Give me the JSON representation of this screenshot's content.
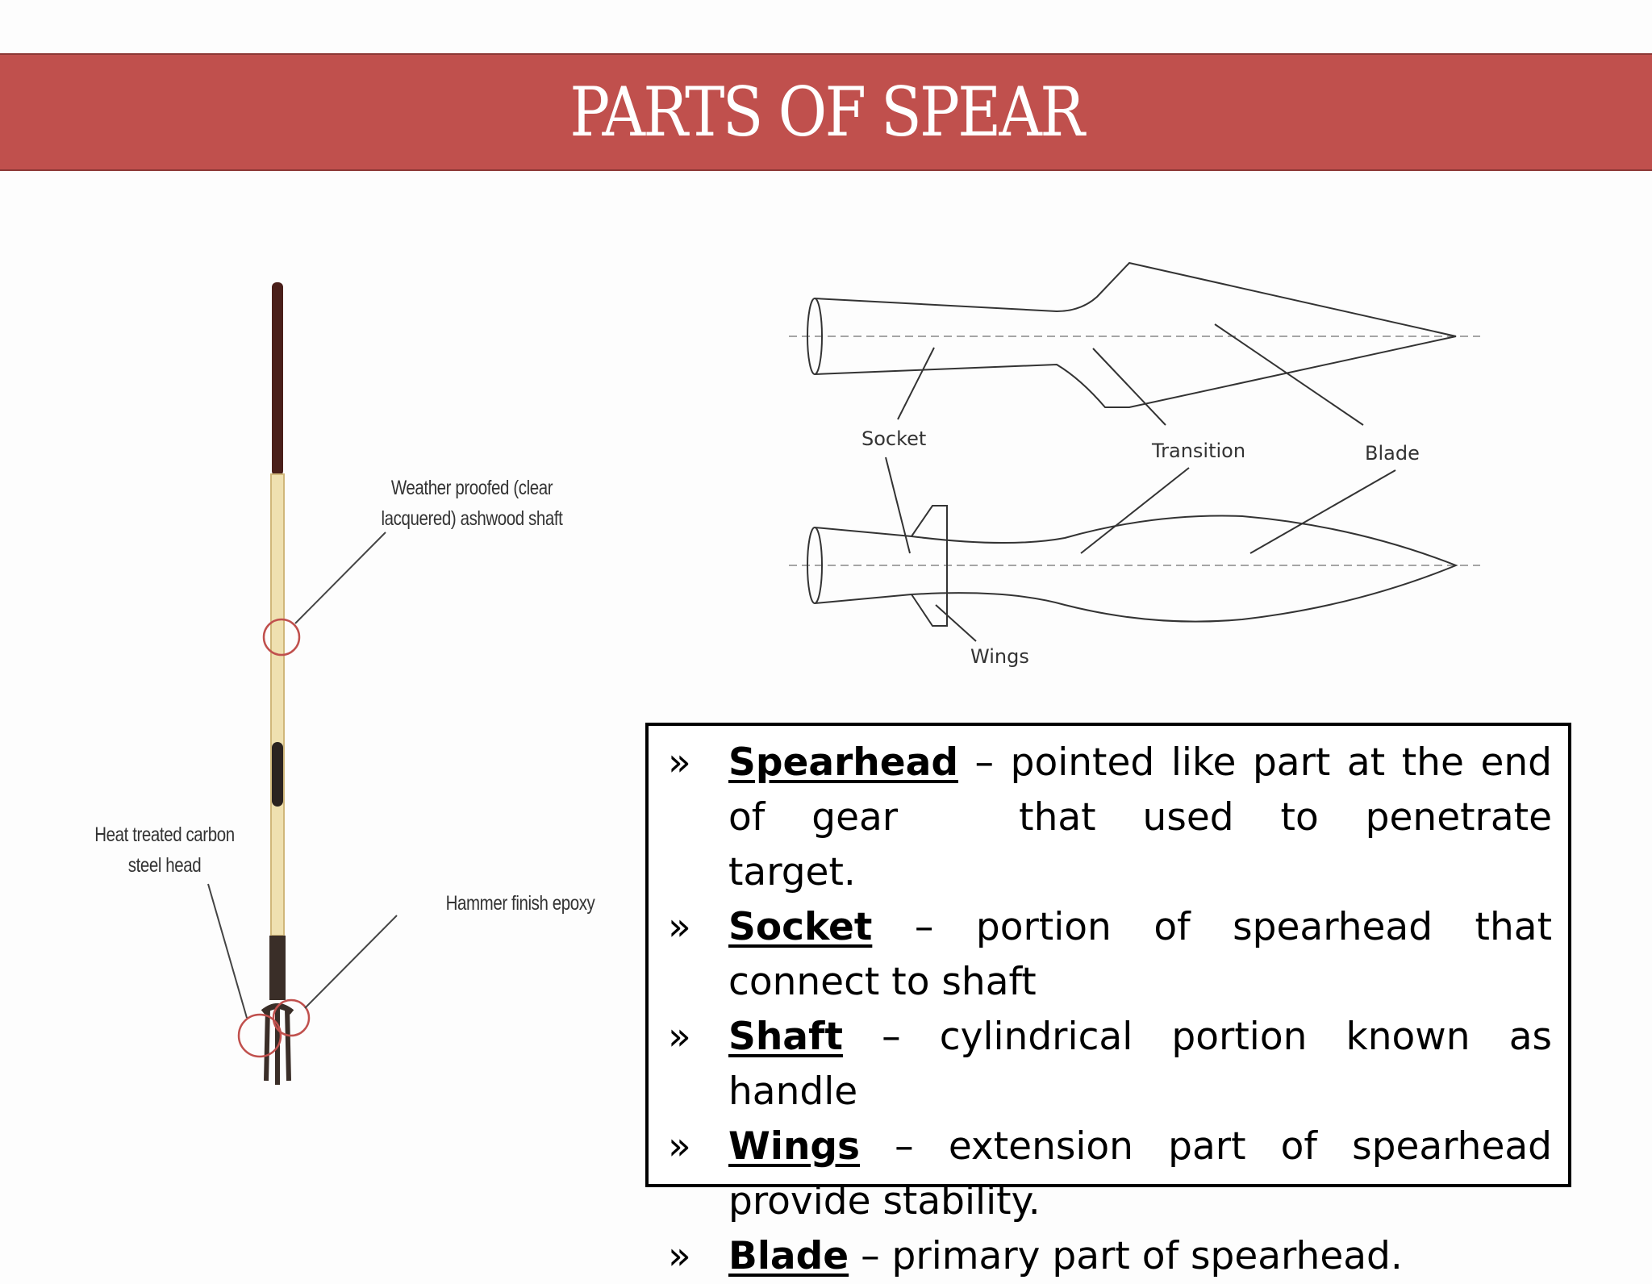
{
  "slide": {
    "title": "PARTS OF SPEAR"
  },
  "spearhead_diagram": {
    "labels": {
      "socket": "Socket",
      "transition": "Transition",
      "blade": "Blade",
      "wings": "Wings"
    }
  },
  "fork_illustration": {
    "labels": {
      "shaft_line1": "Weather proofed (clear",
      "shaft_line2": "lacquered) ashwood shaft",
      "head_line1": "Heat treated carbon",
      "head_line2": "steel head",
      "epoxy": "Hammer finish epoxy"
    }
  },
  "definitions": {
    "bullet": "»",
    "items": [
      {
        "term": "Spearhead",
        "text_a": " – pointed like part at the end of gear",
        "text_b": "that used to penetrate target."
      },
      {
        "term": "Socket",
        "text": " – portion of spearhead that connect to shaft"
      },
      {
        "term": "Shaft",
        "text": " – cylindrical portion known as handle"
      },
      {
        "term": "Wings",
        "text": " – extension part of spearhead provide stability."
      },
      {
        "term": "Blade",
        "text": " – primary part of spearhead."
      }
    ]
  },
  "colors": {
    "banner": "#c0504d",
    "title_text": "#ffffff",
    "callout_circle": "#c0504d"
  }
}
